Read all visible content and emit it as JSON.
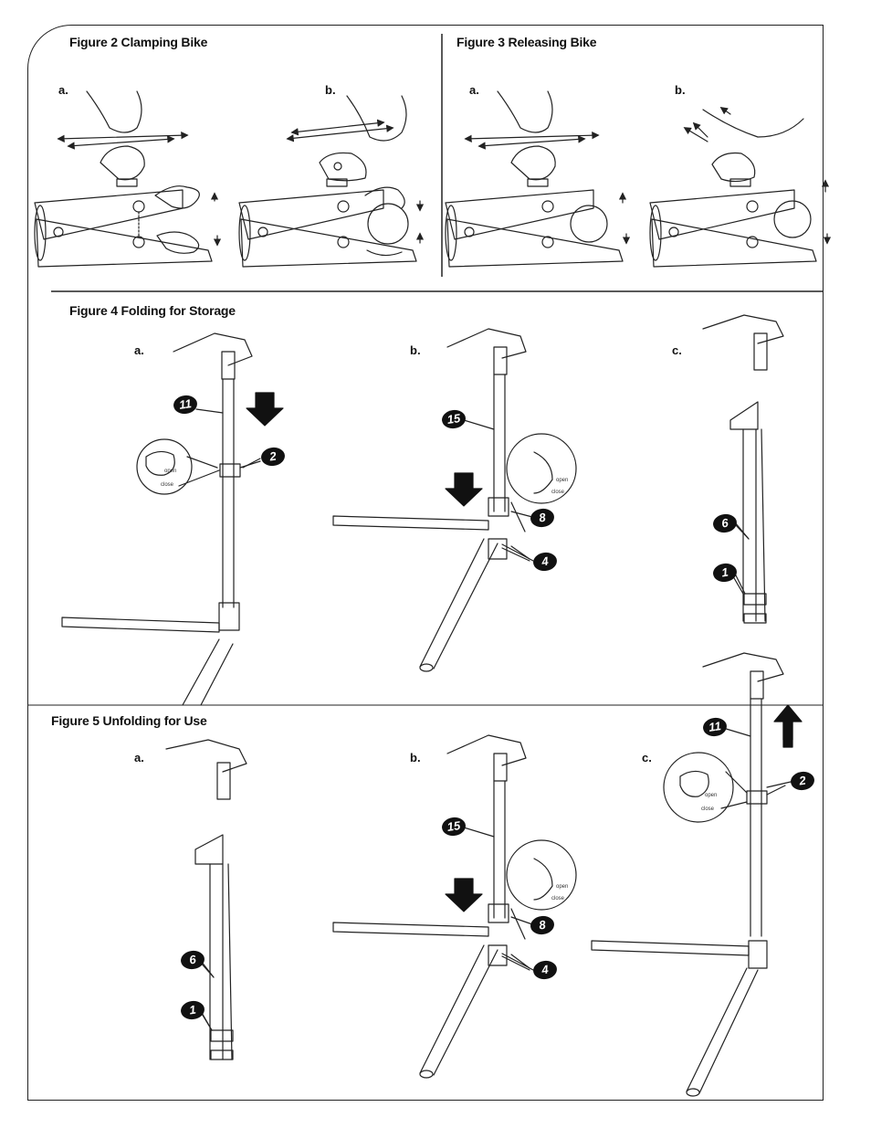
{
  "figures": {
    "fig2": {
      "title": "Figure 2 Clamping Bike",
      "a": "a.",
      "b": "b."
    },
    "fig3": {
      "title": "Figure 3 Releasing Bike",
      "a": "a.",
      "b": "b."
    },
    "fig4": {
      "title": "Figure 4 Folding for Storage",
      "a": "a.",
      "b": "b.",
      "c": "c."
    },
    "fig5": {
      "title": "Figure 5 Unfolding for Use",
      "a": "a.",
      "b": "b.",
      "c": "c."
    }
  },
  "callouts": {
    "n11": "11",
    "n2": "2",
    "n15": "15",
    "n8": "8",
    "n4": "4",
    "n6": "6",
    "n1": "1"
  },
  "detail_labels": {
    "open": "open",
    "close": "close"
  }
}
